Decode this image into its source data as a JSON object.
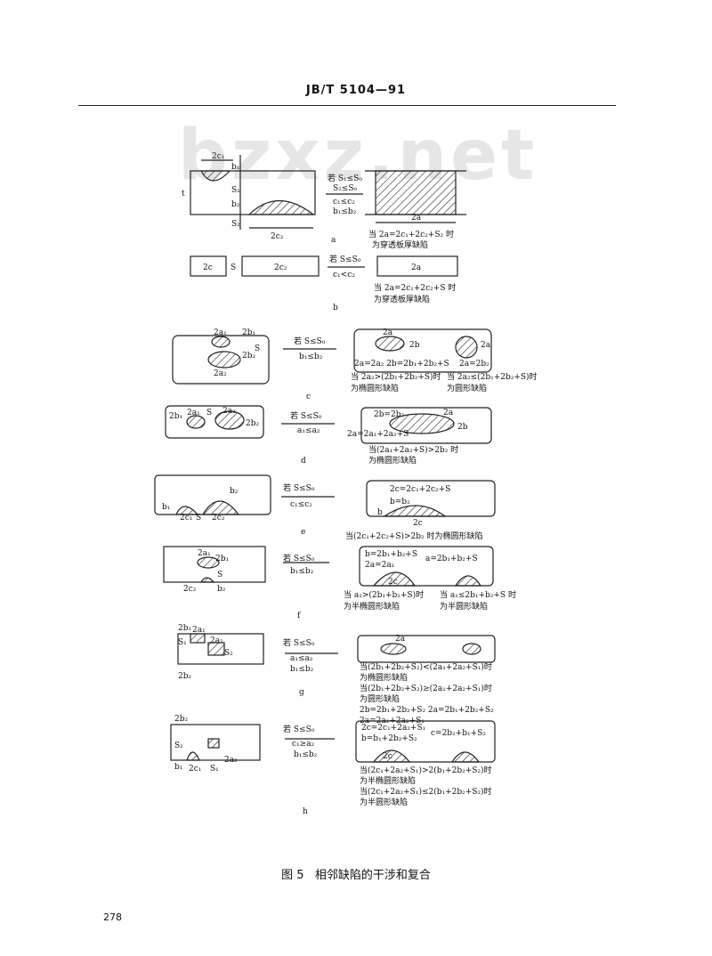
{
  "header": "JB/T 5104—91",
  "watermark": "bzxz.net",
  "page_number": "278",
  "caption": {
    "figure_no": "图 5",
    "title": "相邻缺陷的干涉和复合"
  },
  "panels": {
    "a": {
      "letter": "a",
      "cond": [
        "若 S₁≤S₀",
        "S₂≤S₀",
        "c₁≤c₂",
        "b₁≤b₂"
      ],
      "labels": {
        "c1": "2c₁",
        "c2": "2c₂",
        "b1": "b₁",
        "b2": "b₂",
        "s1": "S₁",
        "s2": "S₂",
        "t": "t",
        "res": "2a"
      },
      "notes": [
        "当 2a=2c₁+2c₂+S₂ 时",
        "为穿透板厚缺陷"
      ]
    },
    "b": {
      "letter": "b",
      "cond": [
        "若 S≤S₀",
        "c₁<c₂"
      ],
      "labels": {
        "c1": "2c",
        "s": "S",
        "c2": "2c₂",
        "res": "2a"
      },
      "notes": [
        "当 2a=2c₁+2c₂+S 时",
        "为穿透板厚缺陷"
      ]
    },
    "c": {
      "letter": "c",
      "cond": [
        "若 S≤S₀",
        "b₁≤b₂"
      ],
      "labels": {
        "a1": "2a₁",
        "a2": "2a₂",
        "b1": "2b₁",
        "b2": "2b₂",
        "s": "S",
        "ra": "2a",
        "rb": "2b",
        "ra2": "2a"
      },
      "eq": "2a=2a₂ 2b=2b₁+2b₂+S",
      "eq2": "2a=2b₂",
      "notes": [
        "当 2a₂>(2b₁+2b₂+S)时",
        "为椭圆形缺陷",
        "当 2a₂≤(2b₁+2b₂+S)时",
        "为圆形缺陷"
      ]
    },
    "d": {
      "letter": "d",
      "cond": [
        "若 S≤S₀",
        "a₁≤a₂"
      ],
      "labels": {
        "b1": "2b₁",
        "a1": "2a₁",
        "s": "S",
        "a2": "2a₂",
        "b2": "2b₂",
        "ra": "2a",
        "rb": "2b"
      },
      "eq": "2b=2b₂",
      "eq2": "2a=2a₁+2a₂+S",
      "notes": [
        "当(2a₁+2a₂+S)>2b₂ 时",
        "为椭圆形缺陷"
      ]
    },
    "e": {
      "letter": "e",
      "cond": [
        "若 S≤S₀",
        "c₁≤c₂"
      ],
      "labels": {
        "b1": "b₁",
        "c1": "2c₁",
        "s": "S",
        "c2": "2c₂",
        "b2": "b₂",
        "rb": "b",
        "rc": "2c"
      },
      "eq": "2c=2c₁+2c₂+S",
      "eq2": "b=b₂",
      "notes": [
        "当(2c₁+2c₂+S)>2b₂ 时为椭圆形缺陷"
      ]
    },
    "f": {
      "letter": "f",
      "cond": [
        "若 S≤S₀",
        "b₁≤b₂"
      ],
      "labels": {
        "a1": "2a₁",
        "b1": "2b₁",
        "c2": "2c₂",
        "b2": "b₂",
        "s": "S",
        "rc": "2c"
      },
      "eq": "b=2b₁+b₂+S",
      "eq2": "2a=2a₁",
      "eq3": "a=2b₁+b₂+S",
      "notes": [
        "当 a₁>(2b₁+b₂+S)时",
        "为半椭圆形缺陷",
        "当 a₁≤2b₁+b₂+S 时",
        "为半圆形缺陷"
      ]
    },
    "g": {
      "letter": "g",
      "cond": [
        "若 S≤S₀",
        "a₁≤a₂",
        "b₁≤b₂"
      ],
      "labels": {
        "b1": "2b₁",
        "a1": "2a₁",
        "s1": "S₁",
        "a2": "2a₂",
        "b2": "2b₂",
        "s2": "S₂",
        "ra": "2a"
      },
      "notes": [
        "当(2b₁+2b₂+S₂)<(2a₁+2a₂+S₁)时",
        "为椭圆形缺陷",
        "当(2b₁+2b₂+S₂)≥(2a₁+2a₂+S₁)时",
        "为圆形缺陷",
        "2b=2b₁+2b₂+S₂     2a=2b₁+2b₂+S₂",
        "2a=2a₁+2a₂+S₁"
      ]
    },
    "h": {
      "letter": "h",
      "cond": [
        "若 S≤S₀",
        "c₁≥a₂",
        "b₁≤b₂"
      ],
      "labels": {
        "b2": "2b₂",
        "s2": "S₂",
        "b1": "b₁",
        "c1": "2c₁",
        "s1": "S₁",
        "a2": "2a₂",
        "rc": "2c"
      },
      "eq": "2c=2c₁+2a₂+S₁",
      "eq2": "b=b₁+2b₂+S₂",
      "eq3": "c=2b₂+b₁+S₂",
      "notes": [
        "当(2c₁+2a₂+S₁)>2(b₁+2b₂+S₂)时",
        "为半椭圆形缺陷",
        "当(2c₁+2a₂+S₁)≤2(b₁+2b₂+S₂)时",
        "为半圆形缺陷"
      ]
    }
  }
}
